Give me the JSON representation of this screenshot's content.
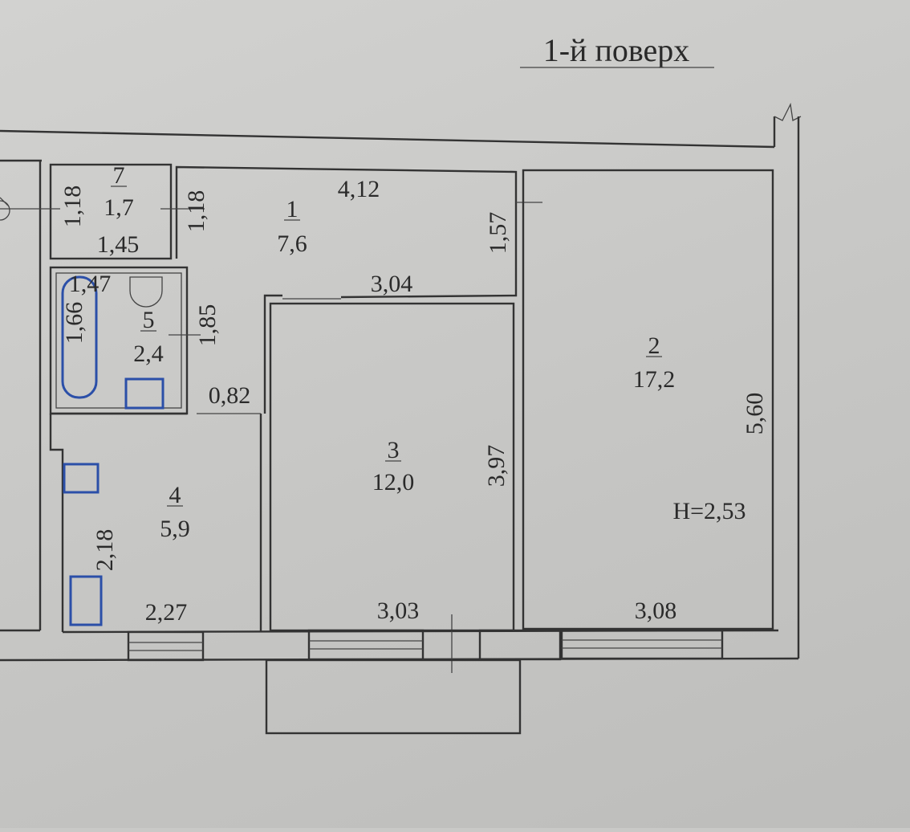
{
  "title": "1-й поверх",
  "ceiling_height": "H=2,53",
  "rooms": [
    {
      "number": "1",
      "area": "7,6"
    },
    {
      "number": "2",
      "area": "17,2"
    },
    {
      "number": "3",
      "area": "12,0"
    },
    {
      "number": "4",
      "area": "5,9"
    },
    {
      "number": "5",
      "area": "2,4"
    },
    {
      "number": "7",
      "area": "1,7"
    }
  ],
  "dimensions": {
    "room7_height": "1,18",
    "room7_width": "1,45",
    "room1_left": "1,18",
    "room1_top": "4,12",
    "room1_right": "1,57",
    "room1_bottom": "3,04",
    "room5_top": "1,47",
    "room5_left": "1,66",
    "room5_right": "1,85",
    "room5_door": "0,82",
    "room4_left": "2,18",
    "room4_bottom": "2,27",
    "room3_right": "3,97",
    "room3_bottom": "3,03",
    "room2_right": "5,60",
    "room2_bottom": "3,08"
  }
}
